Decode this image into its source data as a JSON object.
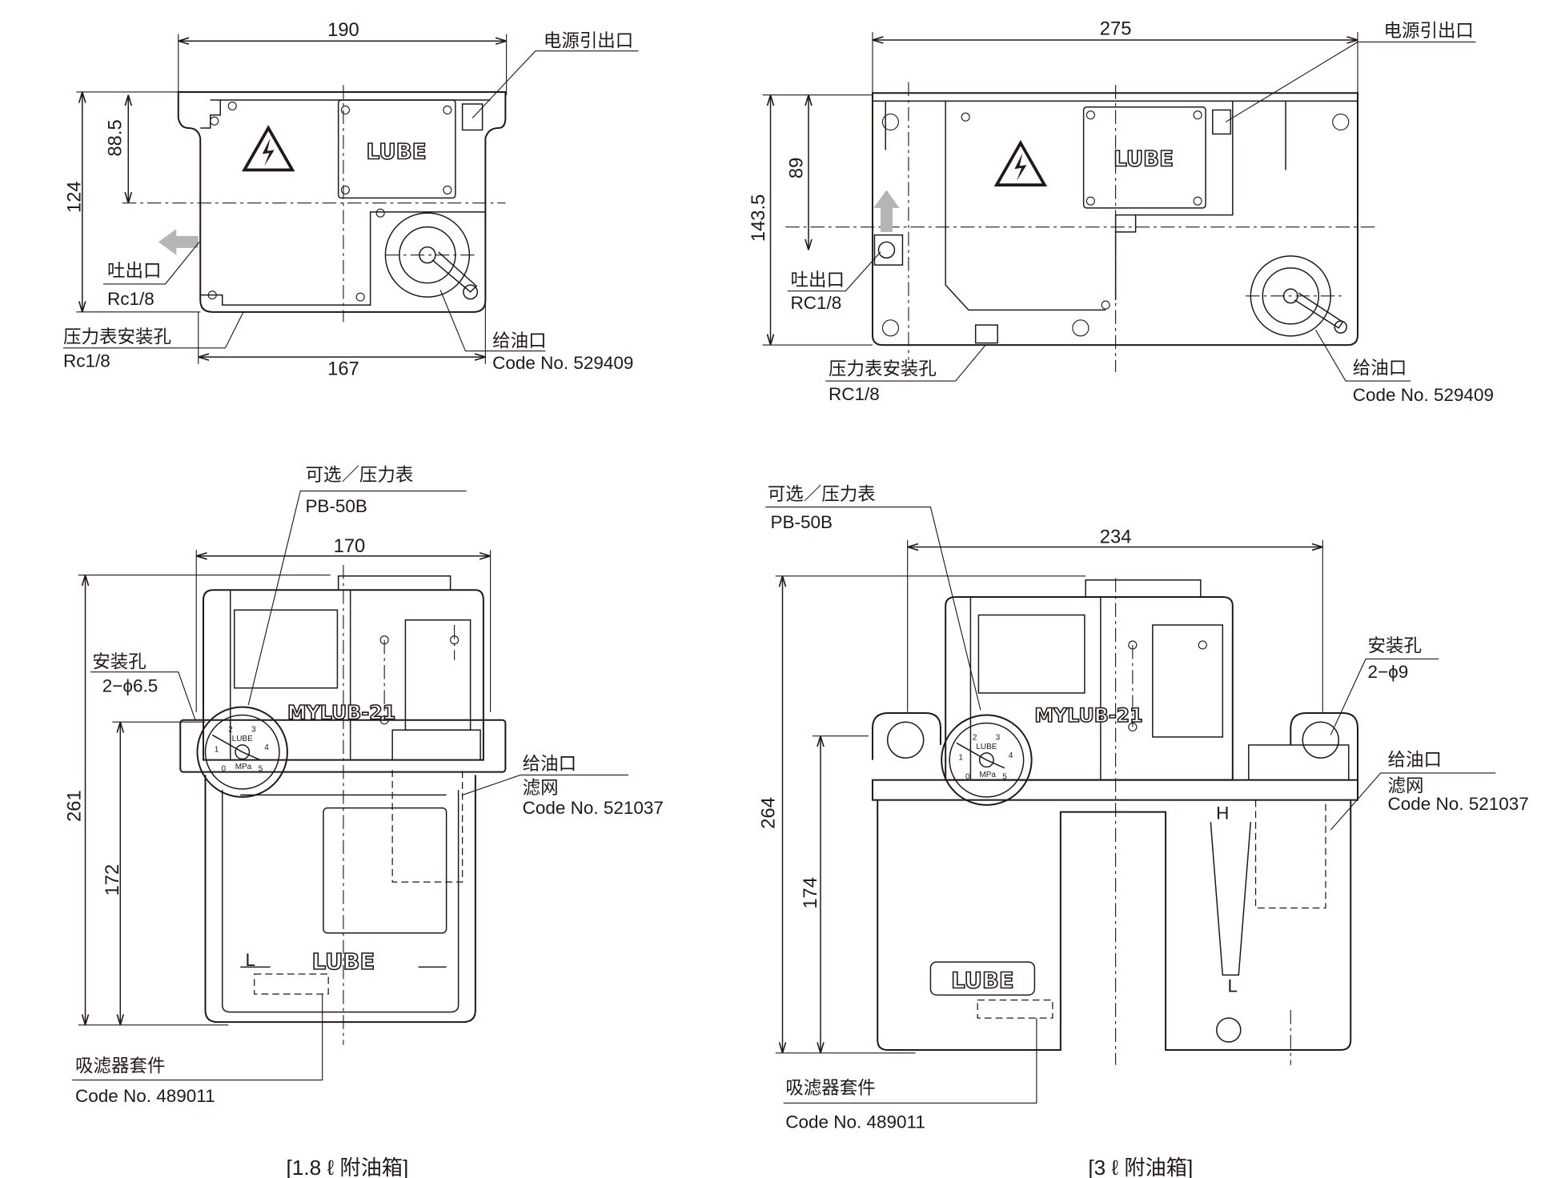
{
  "views": {
    "top_small": {
      "dim_width": "190",
      "dim_height_total": "124",
      "dim_height_center": "88.5",
      "dim_bottom": "167",
      "power_outlet_label": "电源引出口",
      "discharge_label": "吐出口",
      "discharge_thread": "Rc1/8",
      "gauge_port_label": "压力表安装孔",
      "gauge_port_thread": "Rc1/8",
      "filler_label": "给油口",
      "filler_code": "Code No. 529409",
      "logo": "LUBE"
    },
    "top_large": {
      "dim_width": "275",
      "dim_height_total": "143.5",
      "dim_height_center": "89",
      "power_outlet_label": "电源引出口",
      "discharge_label": "吐出口",
      "discharge_thread": "RC1/8",
      "gauge_port_label": "压力表安装孔",
      "gauge_port_thread": "RC1/8",
      "filler_label": "给油口",
      "filler_code": "Code No. 529409",
      "logo": "LUBE"
    },
    "front_small": {
      "option_label": "可选／压力表",
      "gauge_model": "PB-50B",
      "dim_width": "170",
      "dim_height_total": "261",
      "dim_height_mount": "172",
      "mount_hole_label": "安装孔",
      "mount_hole_spec": "2−ϕ6.5",
      "filler_label": "给油口",
      "strainer_label": "滤网",
      "filler_code": "Code No. 521037",
      "suction_filter_label": "吸滤器套件",
      "suction_filter_code": "Code No. 489011",
      "level_low": "L",
      "logo": "LUBE",
      "model_logo": "MYLUB-21",
      "caption": "[1.8 ℓ 附油箱]"
    },
    "front_large": {
      "option_label": "可选／压力表",
      "gauge_model": "PB-50B",
      "dim_width": "234",
      "dim_height_total": "264",
      "dim_height_mount": "174",
      "mount_hole_label": "安装孔",
      "mount_hole_spec": "2−ϕ9",
      "filler_label": "给油口",
      "strainer_label": "滤网",
      "filler_code": "Code No. 521037",
      "suction_filter_label": "吸滤器套件",
      "suction_filter_code": "Code No. 489011",
      "level_high": "H",
      "level_low": "L",
      "logo": "LUBE",
      "model_logo": "MYLUB-21",
      "caption": "[3 ℓ 附油箱]"
    }
  },
  "gauge": {
    "brand": "LUBE",
    "unit": "MPa",
    "scale": [
      "0",
      "1",
      "2",
      "3",
      "4",
      "5"
    ]
  },
  "colors": {
    "line": "#231815",
    "arrow": "#b5b5b5"
  }
}
